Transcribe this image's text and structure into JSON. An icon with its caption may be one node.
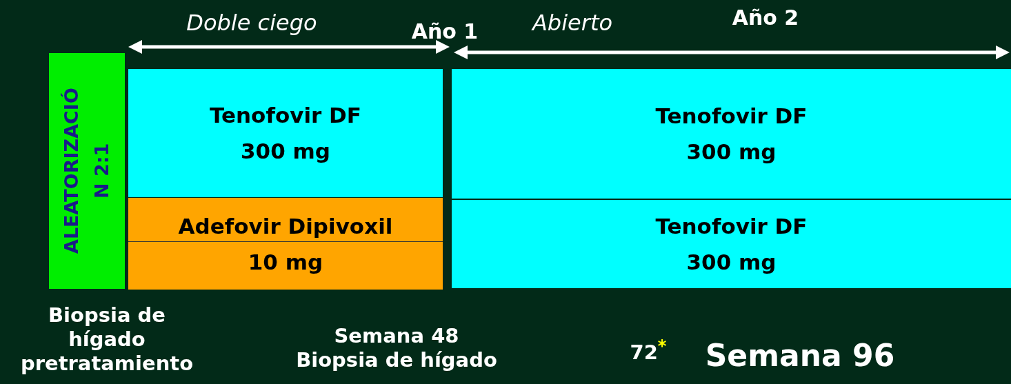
{
  "diagram": {
    "nodes": [
      {
        "text": [
          "ALEATORIZACIÓ N 2:1"
        ]
      },
      {
        "text": [
          "Tenofovir DF 300 mg"
        ]
      },
      {
        "text": [
          "Adefovir Dipivoxil 10 mg"
        ]
      },
      {
        "text": [
          "Tenofovir DF 300 mg"
        ]
      },
      {
        "text": [
          "Tenofovir DF 300 mg"
        ]
      }
    ],
    "labels": [
      "Doble ciego",
      "Año 1",
      "Abierto",
      "Año 2",
      "Biopsia de hígado pretratamiento",
      "Semana 48 Biopsia de hígado",
      "72$^{*}$",
      "Semana 96"
    ]
  }
}
